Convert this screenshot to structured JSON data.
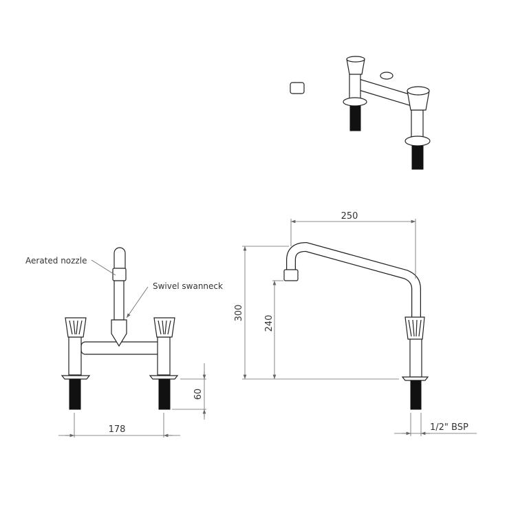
{
  "labels": {
    "aerated_nozzle": "Aerated nozzle",
    "swivel_swanneck": "Swivel swanneck"
  },
  "dimensions": {
    "tap_centres": "178",
    "shank_length": "60",
    "spout_reach": "250",
    "overall_height": "300",
    "spout_outlet_height": "240",
    "thread": "1/2\" BSP"
  }
}
